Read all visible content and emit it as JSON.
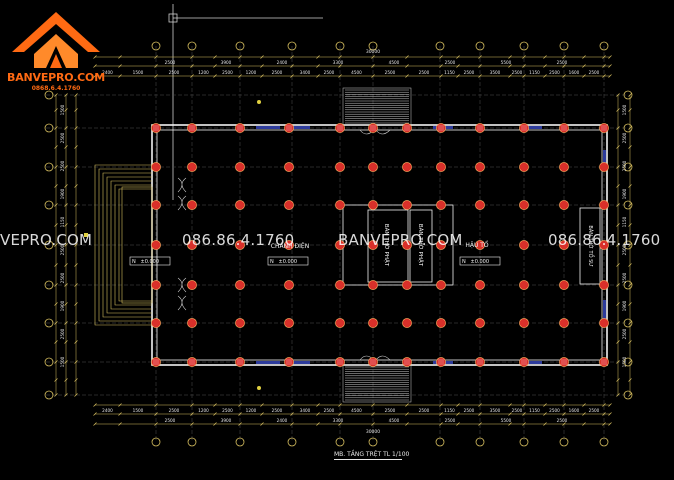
{
  "brand": {
    "name": "BANVEPRO.COM",
    "phone": "0868.6.4.1760",
    "orange": "#ff6a13",
    "gold": "#e0b060"
  },
  "watermarks": {
    "left_site": "VEPRO.COM",
    "phone": "086.86.4.1760",
    "center_site": "BANVEPRO.COM",
    "right_phone": "086.86.4.1760"
  },
  "drawing": {
    "room_main": "CHÁNH ĐIỆN",
    "room_rear": "HẬU TỔ",
    "altar_1": "BÀN THỜ PHẬT",
    "altar_2": "BÀN THỜ PHẬT",
    "altar_3": "BÀN THỜ TỔ SƯ",
    "level_1": "N   ±0.000",
    "level_2": "N   ±0.000",
    "level_3": "N   ±0.000",
    "caption": "MB. TẦNG TRỆT TL 1/100",
    "total_dim": "30000",
    "top_dims": [
      "2400",
      "1500",
      "2500",
      "1200",
      "2500",
      "1200",
      "2500",
      "3400",
      "2500",
      "4500",
      "2500",
      "2500",
      "1150",
      "2500",
      "3500",
      "2500",
      "1150",
      "2500",
      "1600",
      "2500"
    ],
    "sub_dims": [
      "2500",
      "3900",
      "2400",
      "3300",
      "4500",
      "2500",
      "5500",
      "2500"
    ],
    "left_dims": [
      "1500",
      "2500",
      "2500",
      "1900",
      "1150",
      "2500",
      "2500",
      "1900",
      "2500",
      "1500"
    ],
    "line_color": "#d8c060",
    "column_color": "#d9302a",
    "wall_color": "#f2f2f2"
  }
}
